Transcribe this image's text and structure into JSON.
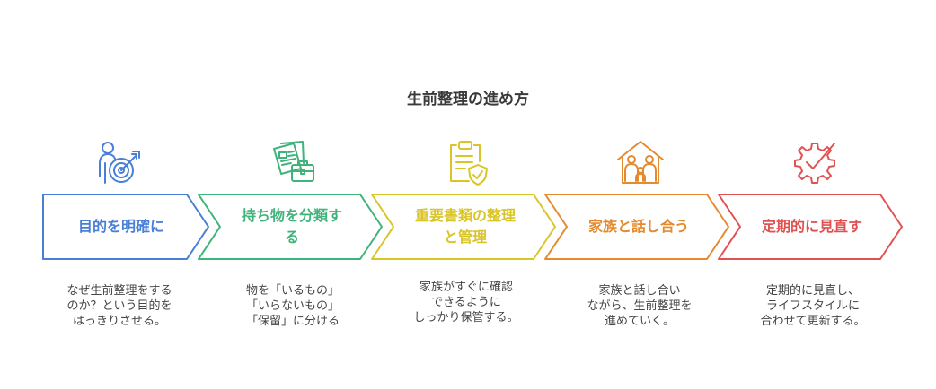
{
  "title": "生前整理の進め方",
  "colors": {
    "step1": "#4a7fd6",
    "step2": "#3fb37a",
    "step3": "#d9c52a",
    "step4": "#e58a2e",
    "step5": "#e05252"
  },
  "steps": [
    {
      "label": "目的を明確に",
      "description": "なぜ生前整理をする\nのか？という目的を\nはっきりさせる。",
      "icon": "person-target-icon"
    },
    {
      "label": "持ち物を分類す\nる",
      "description": "物を「いるもの」\n「いらないもの」\n「保留」に分ける",
      "icon": "documents-briefcase-icon"
    },
    {
      "label": "重要書類の整理\nと管理",
      "description": "家族がすぐに確認\nできるように\nしっかり保管する。",
      "icon": "clipboard-check-icon"
    },
    {
      "label": "家族と話し合う",
      "description": "家族と話し合い\nながら、生前整理を\n進めていく。",
      "icon": "family-house-icon"
    },
    {
      "label": "定期的に見直す",
      "description": "定期的に見直し、\nライフスタイルに\n合わせて更新する。",
      "icon": "gear-check-icon"
    }
  ]
}
